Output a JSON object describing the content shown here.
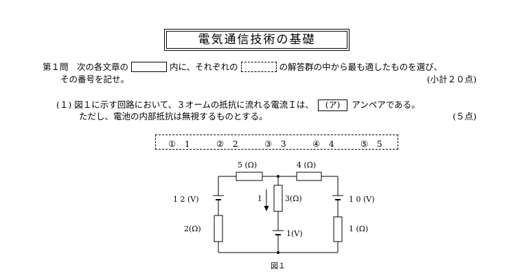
{
  "title": "電気通信技術の基礎",
  "q1": {
    "prefix": "第１問　次の各文章の",
    "middle": "内に、それぞれの",
    "suffix": "の解答群の中から最も適したものを選び、",
    "line2": "その番号を記せ。",
    "subtotal": "(小計２０点)"
  },
  "sub1": {
    "number": "(１)",
    "text_before": "図１に示す回路において、３オームの抵抗に流れる電流Ｉは、",
    "answer_label": "(ア)",
    "text_after": "アンペアである。",
    "line2": "ただし、電池の内部抵抗は無視するものとする。",
    "points": "(５点)"
  },
  "choices": [
    "①　1",
    "②　2",
    "③　3",
    "④　4",
    "⑤　5"
  ],
  "circuit": {
    "r_top_left": "5 (Ω)",
    "r_top_right": "4 (Ω)",
    "r_middle": "3(Ω)",
    "r_left": "2(Ω)",
    "r_right": "1 (Ω)",
    "v_left": "1 2 (V)",
    "v_middle": "1(V)",
    "v_right": "1 0 (V)",
    "current": "I",
    "caption": "図１"
  }
}
